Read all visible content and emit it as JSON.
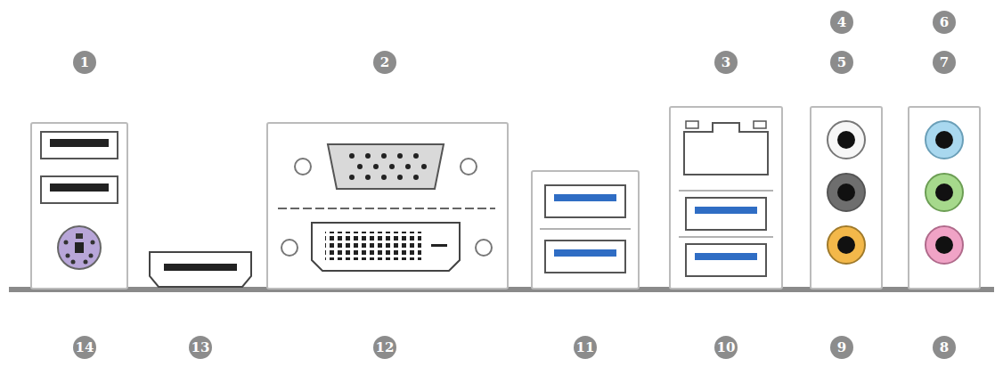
{
  "diagram": {
    "labels": [
      "1",
      "2",
      "3",
      "4",
      "6",
      "5",
      "7",
      "14",
      "13",
      "12",
      "11",
      "10",
      "9",
      "8"
    ]
  }
}
